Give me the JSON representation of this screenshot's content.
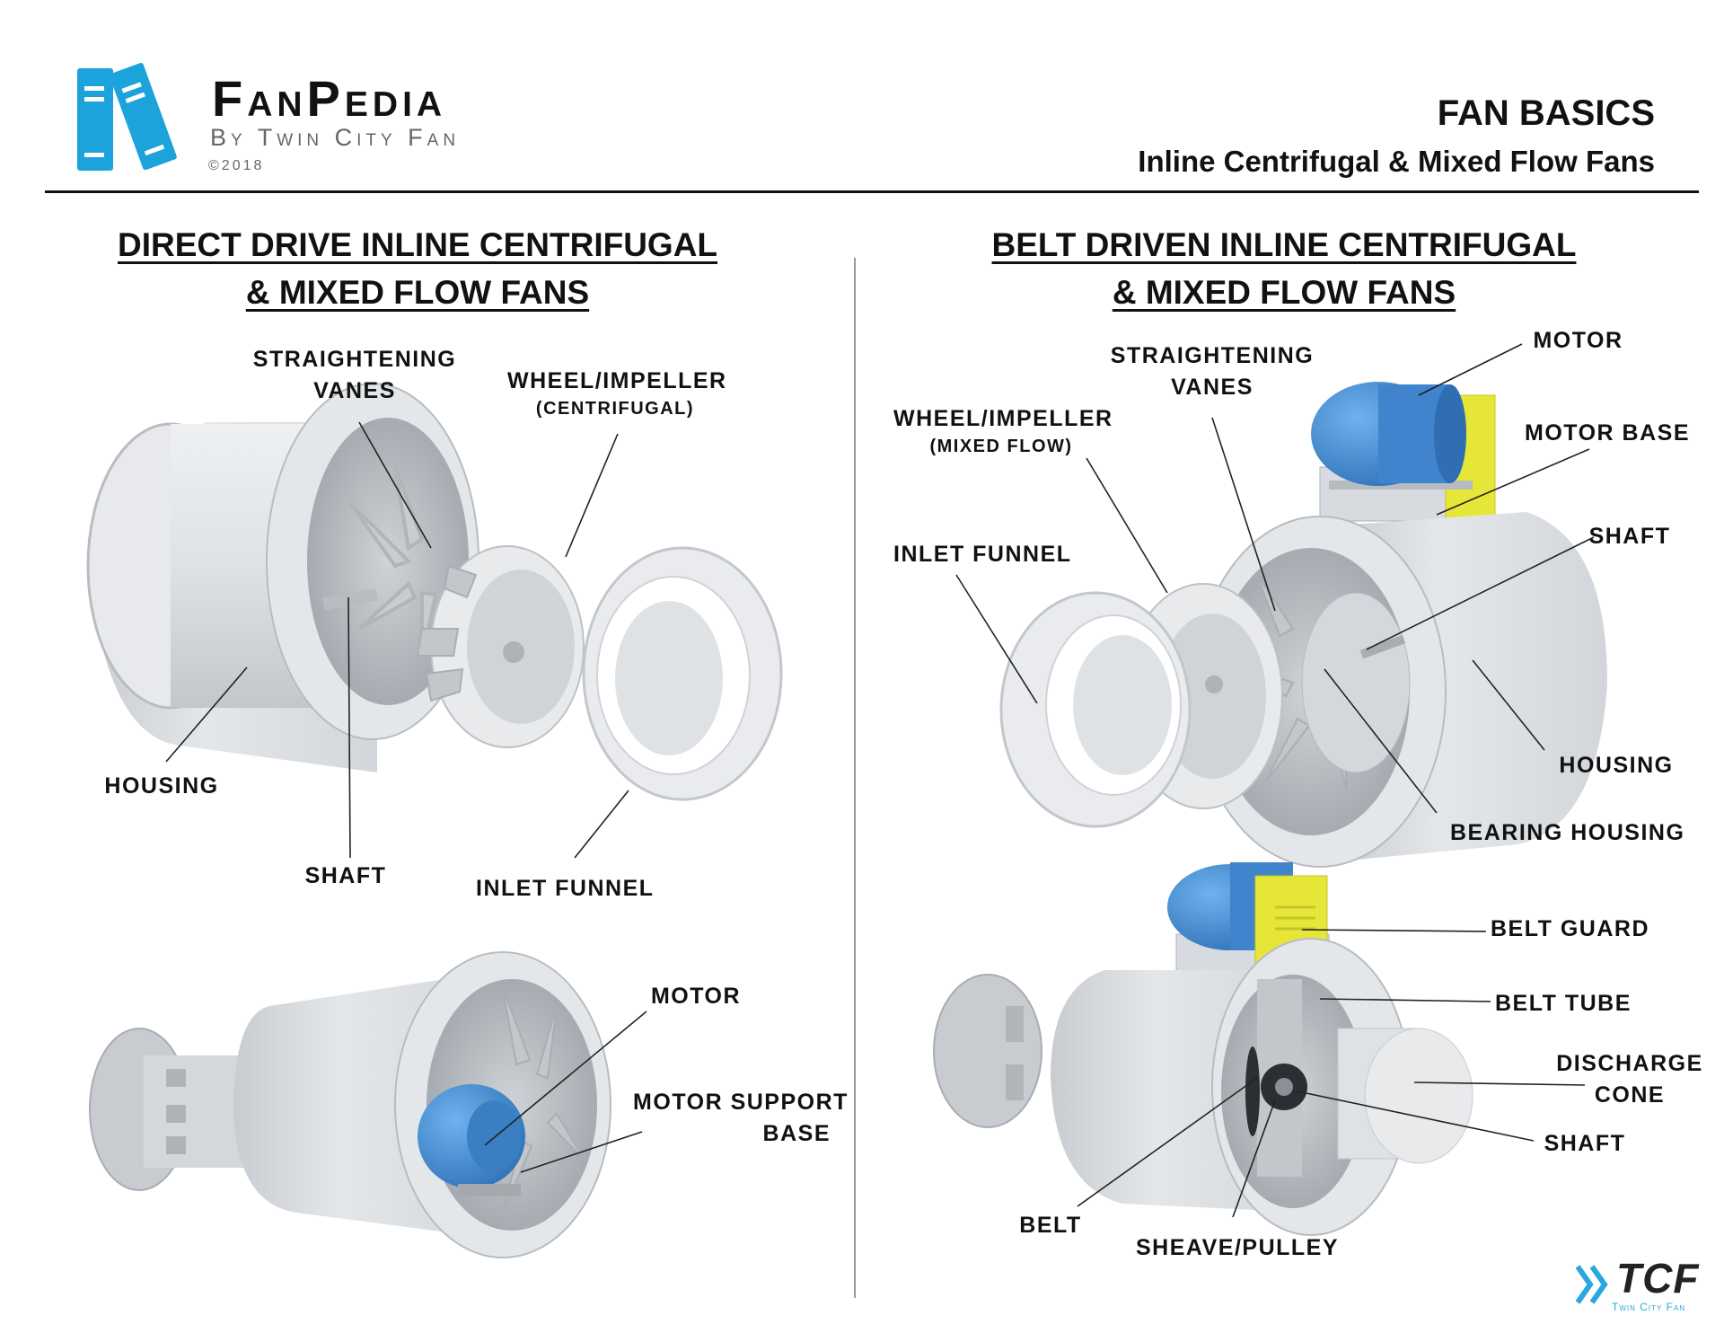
{
  "header": {
    "brand": "FanPedia",
    "brand_sub": "By Twin City Fan",
    "copyright": "©2018",
    "title": "FAN BASICS",
    "subtitle": "Inline Centrifugal & Mixed Flow Fans"
  },
  "left": {
    "heading_line1": "DIRECT DRIVE INLINE CENTRIFUGAL",
    "heading_line2": "& MIXED FLOW  FANS",
    "labels": {
      "straightening_vanes_1": "STRAIGHTENING",
      "straightening_vanes_2": "VANES",
      "wheel_impeller": "WHEEL/IMPELLER",
      "wheel_type": "(CENTRIFUGAL)",
      "housing": "HOUSING",
      "shaft": "SHAFT",
      "inlet_funnel": "INLET FUNNEL",
      "motor": "MOTOR",
      "motor_support_base_1": "MOTOR SUPPORT",
      "motor_support_base_2": "BASE"
    }
  },
  "right": {
    "heading_line1": "BELT DRIVEN INLINE CENTRIFUGAL",
    "heading_line2": "& MIXED FLOW  FANS",
    "labels": {
      "straightening_vanes_1": "STRAIGHTENING",
      "straightening_vanes_2": "VANES",
      "motor": "MOTOR",
      "motor_base": "MOTOR BASE",
      "wheel_impeller": "WHEEL/IMPELLER",
      "wheel_type": "(MIXED FLOW)",
      "shaft_top": "SHAFT",
      "inlet_funnel": "INLET FUNNEL",
      "housing": "HOUSING",
      "bearing_housing": "BEARING HOUSING",
      "belt_guard": "BELT GUARD",
      "belt_tube": "BELT TUBE",
      "discharge_cone_1": "DISCHARGE",
      "discharge_cone_2": "CONE",
      "shaft_bottom": "SHAFT",
      "belt": "BELT",
      "sheave_pulley": "SHEAVE/PULLEY"
    }
  },
  "footer": {
    "tcf": "TCF",
    "tcf_sub": "Twin City Fan"
  },
  "colors": {
    "logo_blue": "#1ca3dc",
    "fan_gray": "#d9dcdf",
    "motor_blue": "#3a86d0",
    "guard_yellow": "#e6e638"
  }
}
